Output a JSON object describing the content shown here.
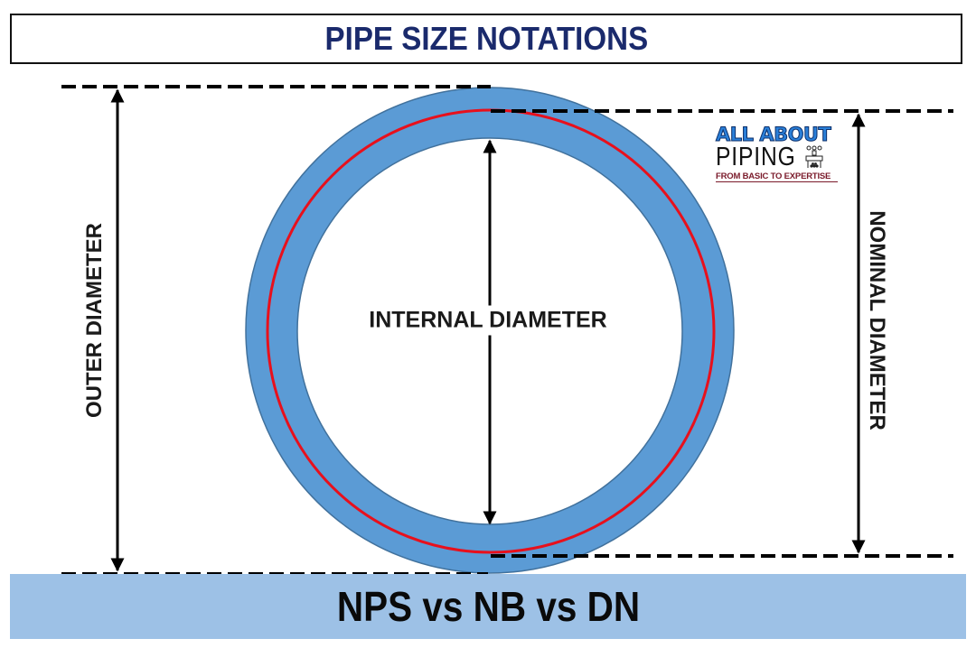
{
  "title": "PIPE SIZE NOTATIONS",
  "footer": "NPS vs NB vs DN",
  "labels": {
    "outer_diameter": "OUTER DIAMETER",
    "internal_diameter": "INTERNAL DIAMETER",
    "nominal_diameter": "NOMINAL DIAMETER"
  },
  "logo": {
    "line1": "ALL ABOUT",
    "line2": "PIPING",
    "tagline": "FROM BASIC TO EXPERTISE",
    "icon": "valve-icon"
  },
  "colors": {
    "title_text": "#1a2a6c",
    "pipe_wall": "#5b9bd5",
    "pipe_wall_border": "#41719c",
    "nominal_line": "#e8101c",
    "footer_band": "#9dc1e6",
    "logo_blue": "#2a7fd8",
    "logo_tagline": "#7a1a2a"
  }
}
